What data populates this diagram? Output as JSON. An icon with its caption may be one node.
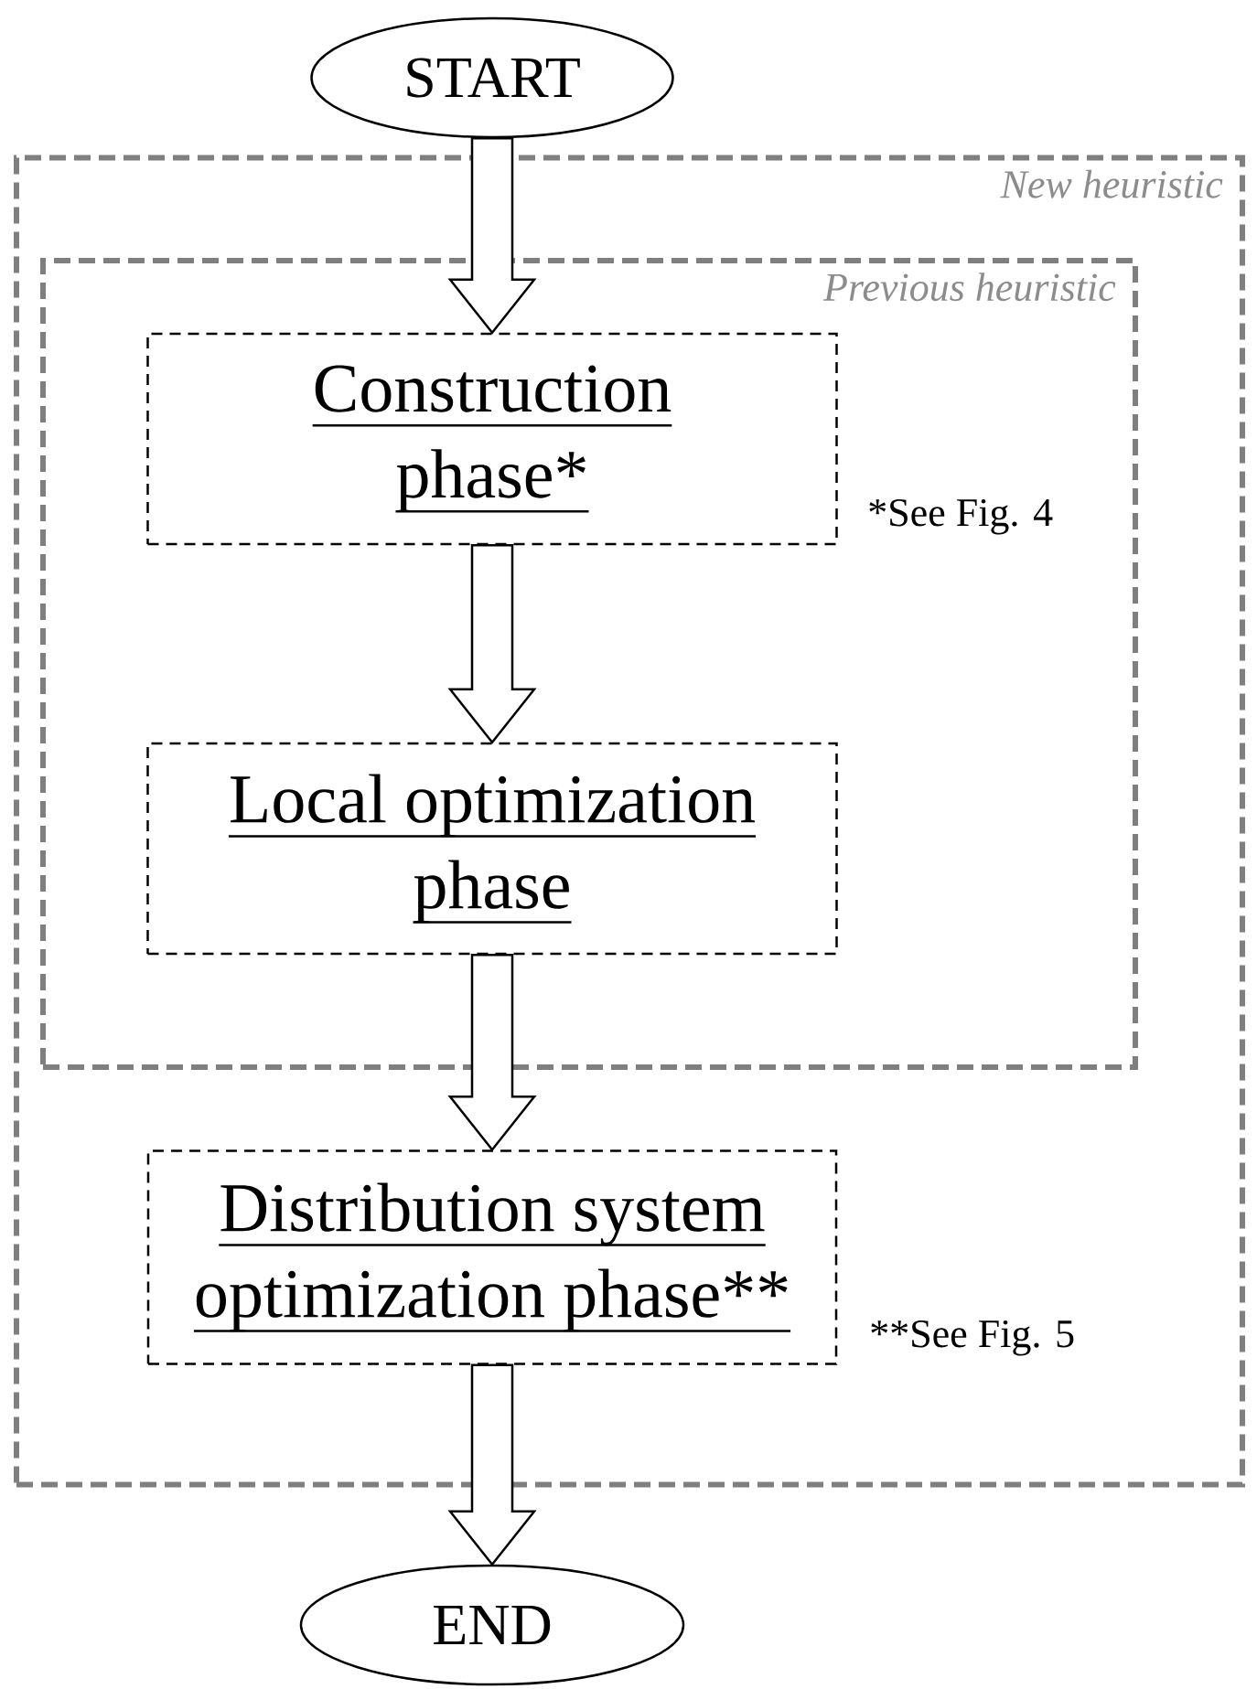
{
  "diagram": {
    "nodes": [
      {
        "text": [
          "START"
        ]
      },
      {
        "text": [
          "New heuristic"
        ]
      },
      {
        "text": [
          "Previous heuristic"
        ],
        "in": 1
      },
      {
        "text": [
          "Construction phase*"
        ],
        "in": 2,
        "beside": [
          "*See Fig. 4"
        ]
      },
      {
        "text": [
          "Local optimization phase"
        ],
        "in": 2
      },
      {
        "text": [
          "Distribution system optimization phase**"
        ],
        "in": 1,
        "beside": [
          "**See Fig. 5"
        ]
      },
      {
        "text": [
          "END"
        ]
      }
    ],
    "edges": [
      {
        "from": 0,
        "to": 3,
        "arrow": "to"
      },
      {
        "from": 3,
        "to": 4,
        "arrow": "to"
      },
      {
        "from": 4,
        "to": 5,
        "arrow": "to"
      },
      {
        "from": 5,
        "to": 6,
        "arrow": "to"
      }
    ]
  }
}
